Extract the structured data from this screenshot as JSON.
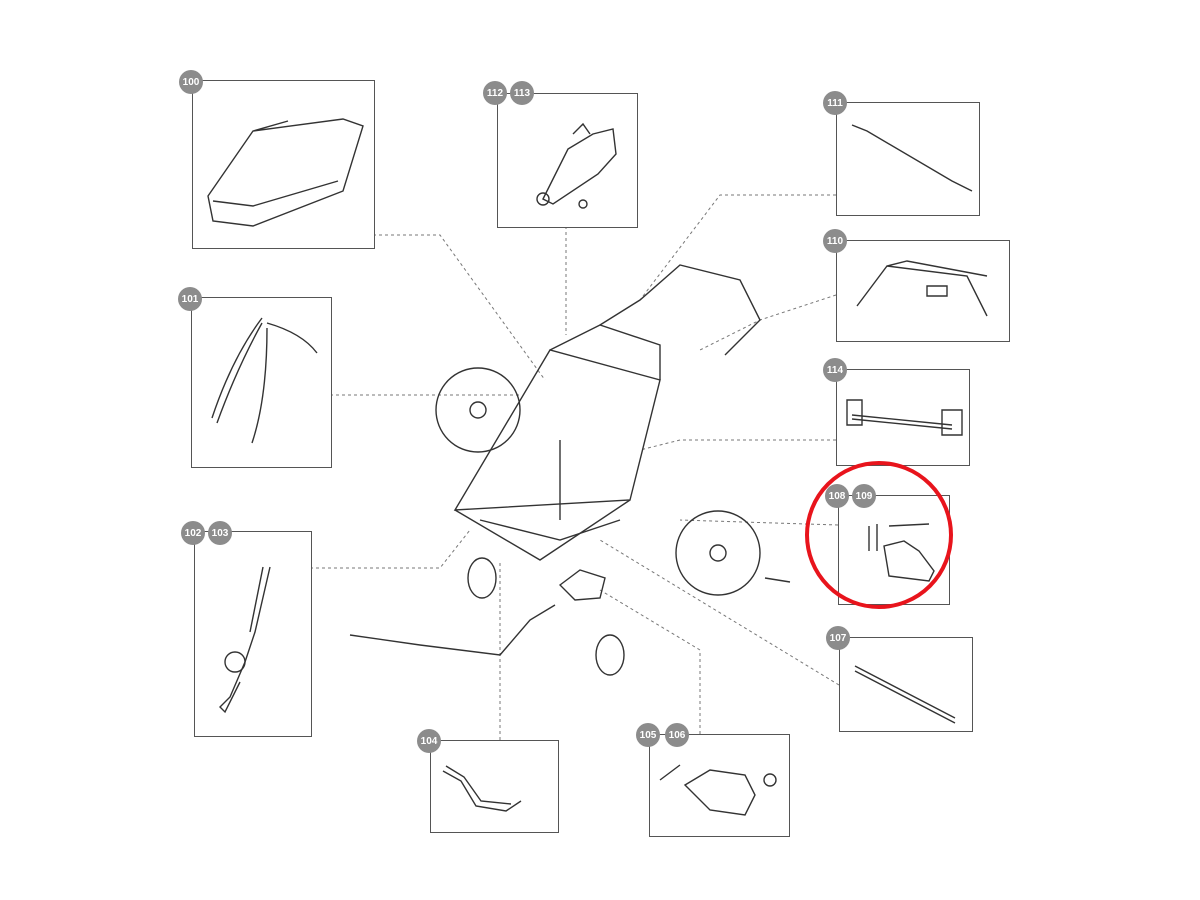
{
  "diagram": {
    "title": "",
    "parts": [
      {
        "id": "p100",
        "labels": [
          "100"
        ]
      },
      {
        "id": "p112",
        "labels": [
          "112",
          "113"
        ]
      },
      {
        "id": "p111",
        "labels": [
          "111"
        ]
      },
      {
        "id": "p110",
        "labels": [
          "110"
        ]
      },
      {
        "id": "p101",
        "labels": [
          "101"
        ]
      },
      {
        "id": "p114",
        "labels": [
          "114"
        ]
      },
      {
        "id": "p108",
        "labels": [
          "108",
          "109"
        ],
        "highlighted": true
      },
      {
        "id": "p102",
        "labels": [
          "102",
          "103"
        ]
      },
      {
        "id": "p107",
        "labels": [
          "107"
        ]
      },
      {
        "id": "p104",
        "labels": [
          "104"
        ]
      },
      {
        "id": "p105",
        "labels": [
          "105",
          "106"
        ]
      }
    ],
    "highlight_color": "#e8141c",
    "badge_color": "#8c8c8c"
  }
}
